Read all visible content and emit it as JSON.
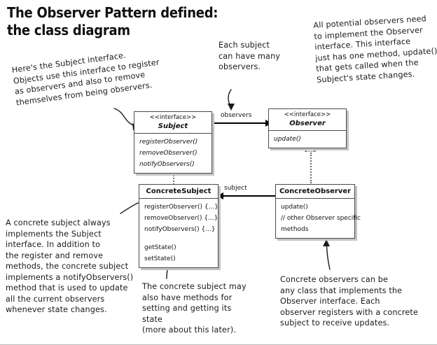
{
  "title": {
    "line1": "The Observer Pattern defined:",
    "line2": "the class diagram"
  },
  "annotations": {
    "subject_interface": "Here's the Subject interface.\nObjects use this interface to register\nas observers and also to remove\nthemselves from being observers.",
    "many_observers": "Each subject\ncan have many\nobservers.",
    "observer_interface": "All potential observers need\nto implement the Observer\ninterface.  This interface\njust has one method, update(),\nthat gets called when the\nSubject's state changes.",
    "concrete_subject": "A concrete subject always\nimplements the Subject\ninterface.  In addition to\nthe register and remove\nmethods, the concrete subject\nimplements a notifyObservers()\nmethod that is used to update\nall the current observers\nwhenever state changes.",
    "concrete_subject_state": "The concrete subject may\nalso have methods for\nsetting and getting its state\n(more about this later).",
    "concrete_observer": "Concrete observers can be\nany class that implements the\nObserver interface.  Each\nobserver registers with a concrete\nsubject to receive updates."
  },
  "classes": {
    "subject": {
      "stereotype": "<<interface>>",
      "name": "Subject",
      "methods": [
        "registerObserver()",
        "removeObserver()",
        "notifyObservers()"
      ]
    },
    "observer": {
      "stereotype": "<<interface>>",
      "name": "Observer",
      "methods": [
        "update()"
      ]
    },
    "concrete_subject": {
      "name": "ConcreteSubject",
      "methods": [
        "registerObserver() {...}",
        "removeObserver() {...}",
        "notifyObservers() {...}"
      ],
      "methods2": [
        "getState()",
        "setState()"
      ]
    },
    "concrete_observer": {
      "name": "ConcreteObserver",
      "methods": [
        "update()",
        "// other Observer specific",
        "methods"
      ]
    }
  },
  "edges": {
    "observers_label": "observers",
    "subject_label": "subject"
  },
  "colors": {
    "ink": "#1a1a1a",
    "box_border": "#4b4b4b",
    "box_shadow": "#c3c3c3",
    "line": "#000000",
    "dotted": "#6a6a6a"
  }
}
